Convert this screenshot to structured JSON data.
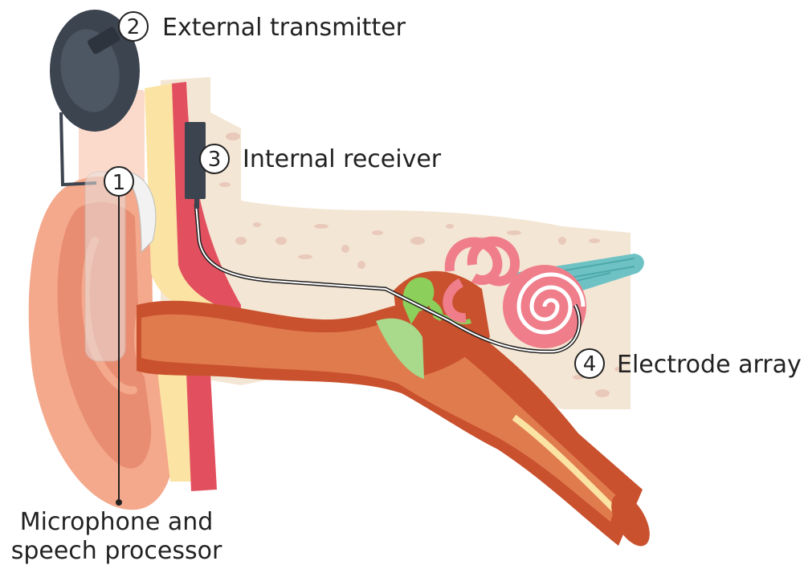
{
  "colors": {
    "bone": "#f4e6d4",
    "bone_pore": "#e9c9ba",
    "skin": "#f4a98c",
    "skin_dark": "#e98d72",
    "canal": "#e07b4e",
    "canal_dark": "#c9512d",
    "fat": "#fbe3a4",
    "muscle": "#e2505f",
    "cochlea": "#ef7d8a",
    "nerve": "#6ec2c4",
    "ossicle": "#8ccf5a",
    "eardrum": "#a9d98a",
    "device_dark": "#3c4450",
    "device_mid": "#4d5663",
    "processor": "#f2f2f2",
    "ink": "#222222"
  },
  "labels": [
    {
      "number": "1",
      "text_lines": [
        "Microphone and",
        "speech processor"
      ]
    },
    {
      "number": "2",
      "text_lines": [
        "External transmitter"
      ]
    },
    {
      "number": "3",
      "text_lines": [
        "Internal receiver"
      ]
    },
    {
      "number": "4",
      "text_lines": [
        "Electrode array"
      ]
    }
  ]
}
